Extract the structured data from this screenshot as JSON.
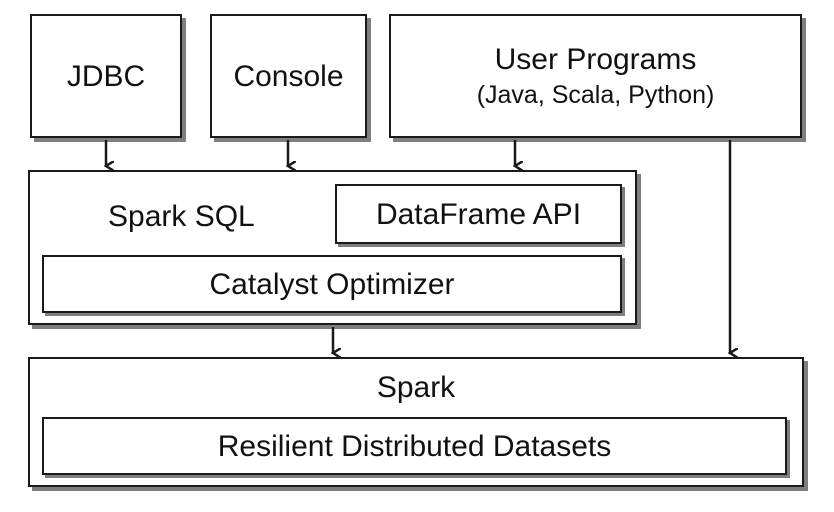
{
  "diagram": {
    "jdbc": "JDBC",
    "console": "Console",
    "user_programs": {
      "title": "User Programs",
      "subtitle": "(Java, Scala, Python)"
    },
    "spark_sql": {
      "title": "Spark SQL",
      "dataframe_api": "DataFrame API",
      "catalyst_optimizer": "Catalyst Optimizer"
    },
    "spark": {
      "title": "Spark",
      "rdd": "Resilient Distributed Datasets"
    },
    "colors": {
      "stroke": "#1a1a1a",
      "shadow": "#7f7f7f",
      "fill": "#ffffff"
    }
  }
}
